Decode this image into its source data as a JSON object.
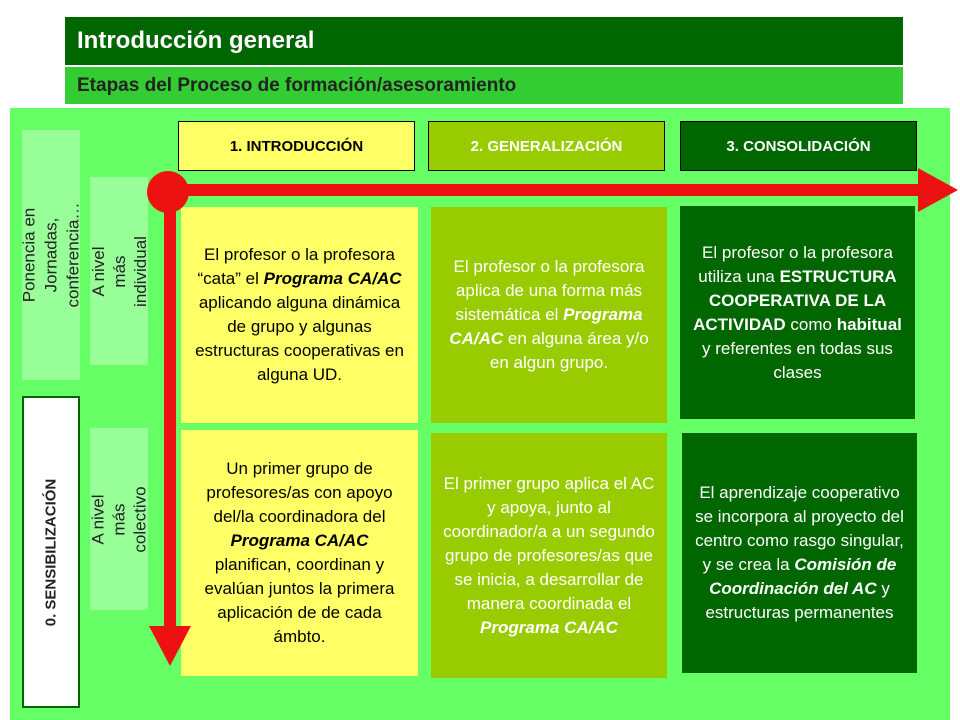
{
  "header": {
    "title": "Introducción general",
    "subtitle": "Etapas del Proceso de formación/asesoramiento"
  },
  "left": {
    "top_label": "Ponencia en Jornadas, conferencia…",
    "bottom_label": "0. SENSIBILIZACIÓN"
  },
  "levels": {
    "individual": "A nivel más individual",
    "collective": "A nivel más colectivo"
  },
  "stages": [
    "1. INTRODUCCIÓN",
    "2. GENERALIZACIÓN",
    "3. CONSOLIDACIÓN"
  ],
  "cells": {
    "individual": [
      [
        {
          "t": "El profesor o la profesora “cata” el "
        },
        {
          "t": "Programa CA/AC",
          "s": "em"
        },
        {
          "t": " aplicando alguna dinámica de grupo y algunas estructuras cooperativas en alguna UD."
        }
      ],
      [
        {
          "t": "El profesor o la profesora aplica de una forma más sistemática el "
        },
        {
          "t": "Programa CA/AC",
          "s": "em"
        },
        {
          "t": " en alguna área y/o en algun grupo."
        }
      ],
      [
        {
          "t": "El profesor o la profesora utiliza una "
        },
        {
          "t": "ESTRUCTURA COOPERATIVA DE LA ACTIVIDAD",
          "s": "b"
        },
        {
          "t": " como "
        },
        {
          "t": "habitual",
          "s": "b"
        },
        {
          "t": " y referentes en todas sus clases"
        }
      ]
    ],
    "collective": [
      [
        {
          "t": "Un primer grupo de profesores/as con apoyo del/la coordinadora del "
        },
        {
          "t": "Programa CA/AC",
          "s": "em"
        },
        {
          "t": " planifican, coordinan y evalúan juntos la primera aplicación de de cada ámbto."
        }
      ],
      [
        {
          "t": "El primer grupo aplica el AC y apoya, junto al coordinador/a a un segundo grupo de profesores/as que se inicia, a desarrollar de manera coordinada el "
        },
        {
          "t": "Programa CA/AC",
          "s": "em"
        }
      ],
      [
        {
          "t": "El aprendizaje cooperativo se incorpora al proyecto del centro como rasgo singular, y se crea la "
        },
        {
          "t": "Comisión de Coordinación del AC",
          "s": "em"
        },
        {
          "t": " y estructuras permanentes"
        }
      ]
    ]
  },
  "colors": {
    "title_bg": "#006600",
    "subtitle_bg": "#33cc33",
    "panel_bg": "#66ff66",
    "arrow": "#ee1111"
  }
}
